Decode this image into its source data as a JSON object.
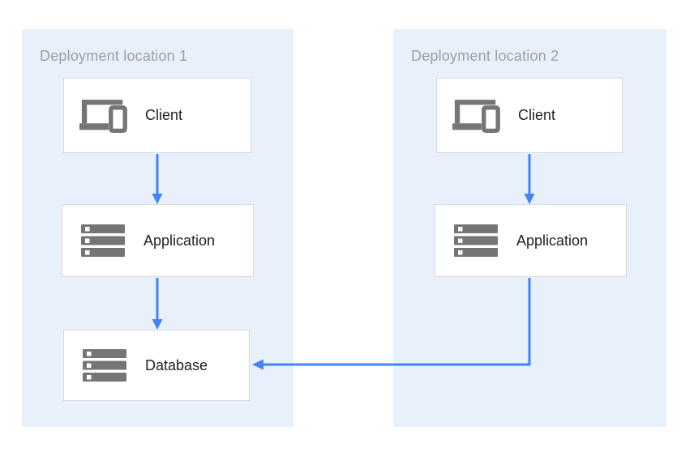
{
  "diagram": {
    "panels": [
      {
        "title": "Deployment location 1",
        "nodes": [
          {
            "label": "Client",
            "icon": "client-devices-icon"
          },
          {
            "label": "Application",
            "icon": "server-stack-icon"
          },
          {
            "label": "Database",
            "icon": "server-stack-icon"
          }
        ]
      },
      {
        "title": "Deployment location 2",
        "nodes": [
          {
            "label": "Client",
            "icon": "client-devices-icon"
          },
          {
            "label": "Application",
            "icon": "server-stack-icon"
          }
        ]
      }
    ],
    "connections": [
      {
        "from": "location1.client",
        "to": "location1.application",
        "style": "arrow-down"
      },
      {
        "from": "location1.application",
        "to": "location1.database",
        "style": "arrow-down"
      },
      {
        "from": "location2.client",
        "to": "location2.application",
        "style": "arrow-down"
      },
      {
        "from": "location2.application",
        "to": "location1.database",
        "style": "elbow-down-left-arrow"
      }
    ],
    "colors": {
      "panel_bg": "#E8F0FB",
      "arrow_blue": "#4284F3",
      "icon_gray": "#757575",
      "card_border": "#D6D9DD",
      "title_gray": "#9AA0A6",
      "label_dark": "#212121",
      "canvas_bg": "#FFFFFF"
    }
  }
}
